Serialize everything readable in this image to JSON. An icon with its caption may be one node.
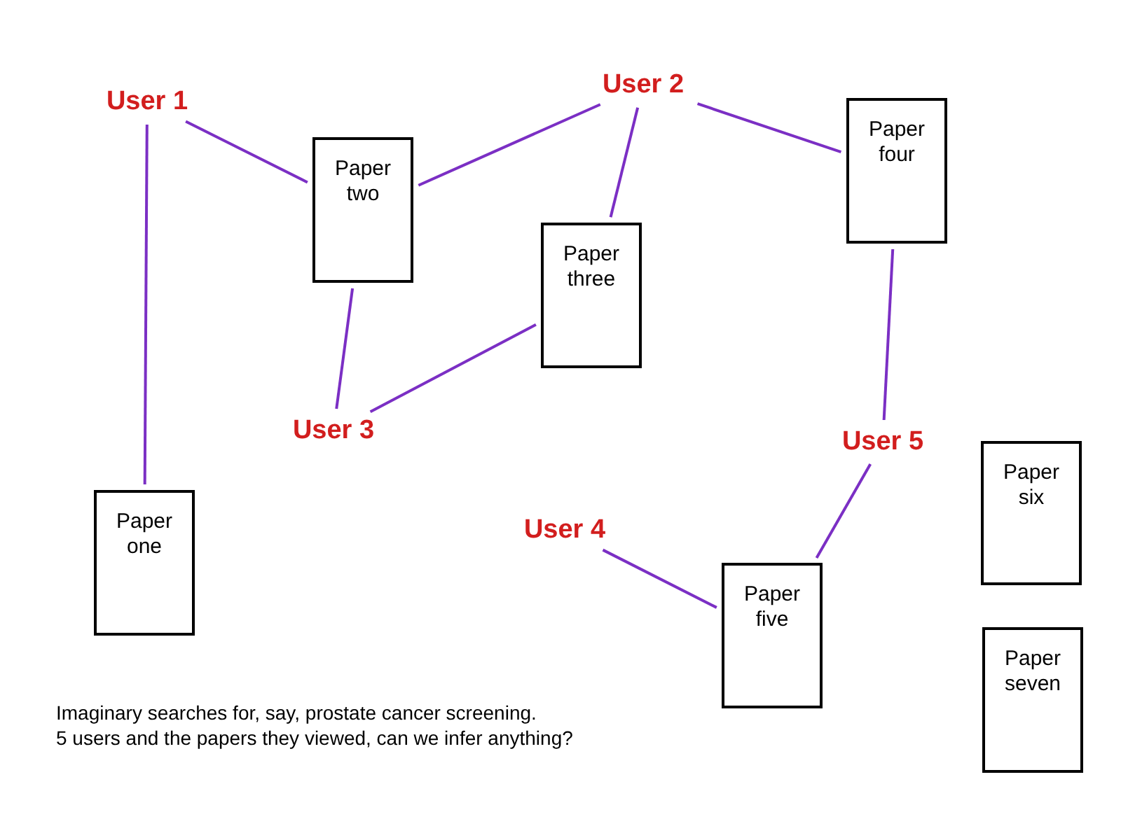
{
  "diagram": {
    "nodes": [
      {
        "text": [
          "User 1"
        ]
      },
      {
        "text": [
          "User 2"
        ]
      },
      {
        "text": [
          "User 3"
        ]
      },
      {
        "text": [
          "User 4"
        ]
      },
      {
        "text": [
          "User 5"
        ]
      },
      {
        "text": [
          "Paper one"
        ]
      },
      {
        "text": [
          "Paper two"
        ]
      },
      {
        "text": [
          "Paper three"
        ]
      },
      {
        "text": [
          "Paper four"
        ]
      },
      {
        "text": [
          "Paper five"
        ]
      },
      {
        "text": [
          "Paper six"
        ]
      },
      {
        "text": [
          "Paper seven"
        ]
      }
    ],
    "edges": [
      {
        "from": 0,
        "to": 6,
        "arrow": "none"
      },
      {
        "from": 0,
        "to": 5,
        "arrow": "none"
      },
      {
        "from": 1,
        "to": 6,
        "arrow": "none"
      },
      {
        "from": 1,
        "to": 7,
        "arrow": "none"
      },
      {
        "from": 1,
        "to": 8,
        "arrow": "none"
      },
      {
        "from": 2,
        "to": 6,
        "arrow": "none"
      },
      {
        "from": 2,
        "to": 7,
        "arrow": "none"
      },
      {
        "from": 3,
        "to": 9,
        "arrow": "none"
      },
      {
        "from": 4,
        "to": 8,
        "arrow": "none"
      },
      {
        "from": 4,
        "to": 9,
        "arrow": "none"
      }
    ],
    "labels": [
      "Imaginary searches for, say, prostate cancer screening.",
      "5 users and the papers they viewed, can we infer anything?"
    ]
  }
}
